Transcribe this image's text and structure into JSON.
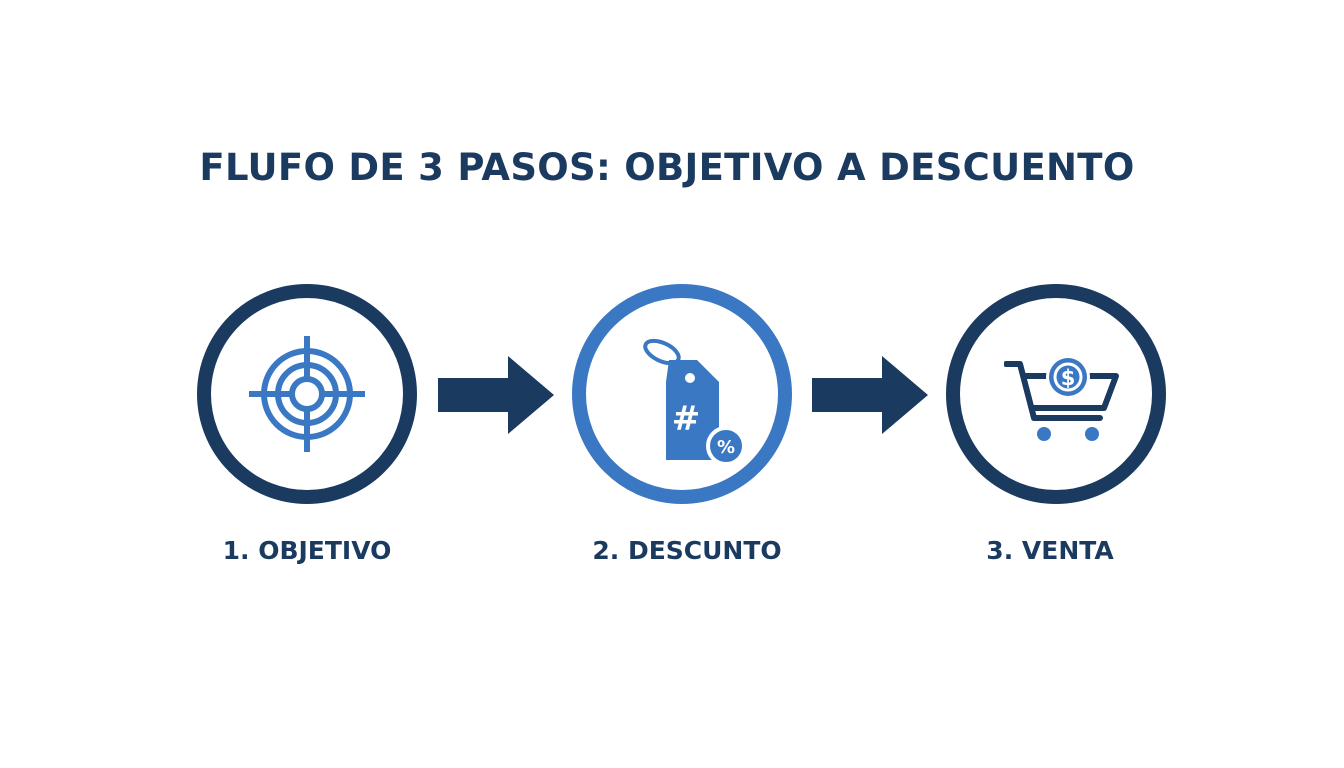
{
  "title": "FLUFO DE 3 PASOS: OBJETIVO A DESCUENTO",
  "colors": {
    "dark": "#1b3a5f",
    "accent": "#3b78c4"
  },
  "steps": [
    {
      "label": "1. OBJETIVO",
      "icon": "target-icon"
    },
    {
      "label": "2. DESCUNTO",
      "icon": "price-tag-icon",
      "tag_text": "#",
      "badge_text": "%"
    },
    {
      "label": "3. VENTA",
      "icon": "shopping-cart-icon",
      "coin_text": "$"
    }
  ],
  "connectors": [
    "arrow-right-icon",
    "arrow-right-icon"
  ]
}
